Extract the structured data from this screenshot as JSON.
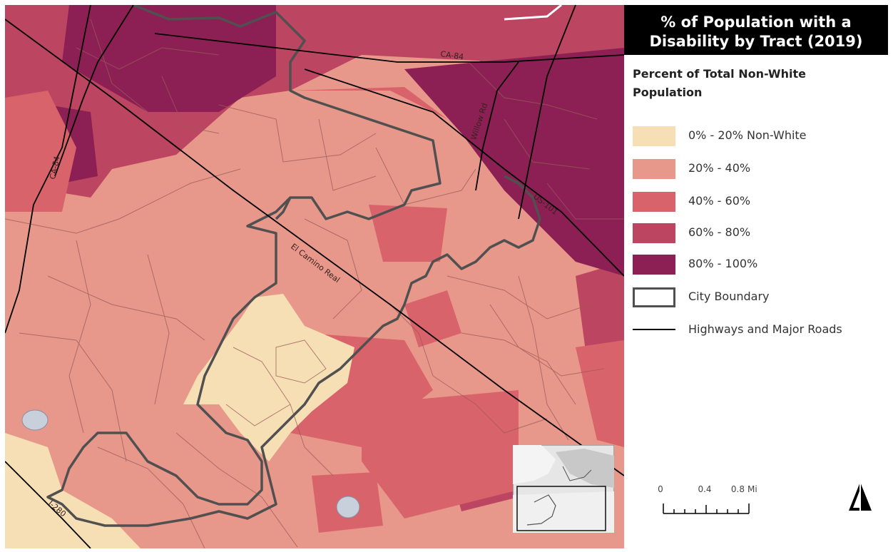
{
  "legend": {
    "title": "% of Population with a Disability by Tract (2019)",
    "heading": "Percent of Total Non-White Population",
    "items": [
      {
        "label": "0% - 20% Non-White",
        "color": "#f7dfb5"
      },
      {
        "label": "20% - 40%",
        "color": "#e8988a"
      },
      {
        "label": "40% - 60%",
        "color": "#d9636a"
      },
      {
        "label": "60% - 80%",
        "color": "#bc4561"
      },
      {
        "label": "80% - 100%",
        "color": "#8c2054"
      }
    ],
    "city_boundary_label": "City Boundary",
    "roads_label": "Highways and Major Roads"
  },
  "roads": {
    "ca84_top": "CA-84",
    "ca84_left": "CA-84",
    "willow": "Willow Rd",
    "us101": "US-101",
    "el_camino": "El Camino Real",
    "i280": "I-280"
  },
  "scale": {
    "ticks": [
      "0",
      "0.4",
      "0.8"
    ],
    "unit": "Mile"
  },
  "colors": {
    "boundary": "#505050",
    "roads": "#000000",
    "tract_lines": "#9a5a5a",
    "water": "#c8d0dc",
    "legend_title_bg": "#000000"
  }
}
